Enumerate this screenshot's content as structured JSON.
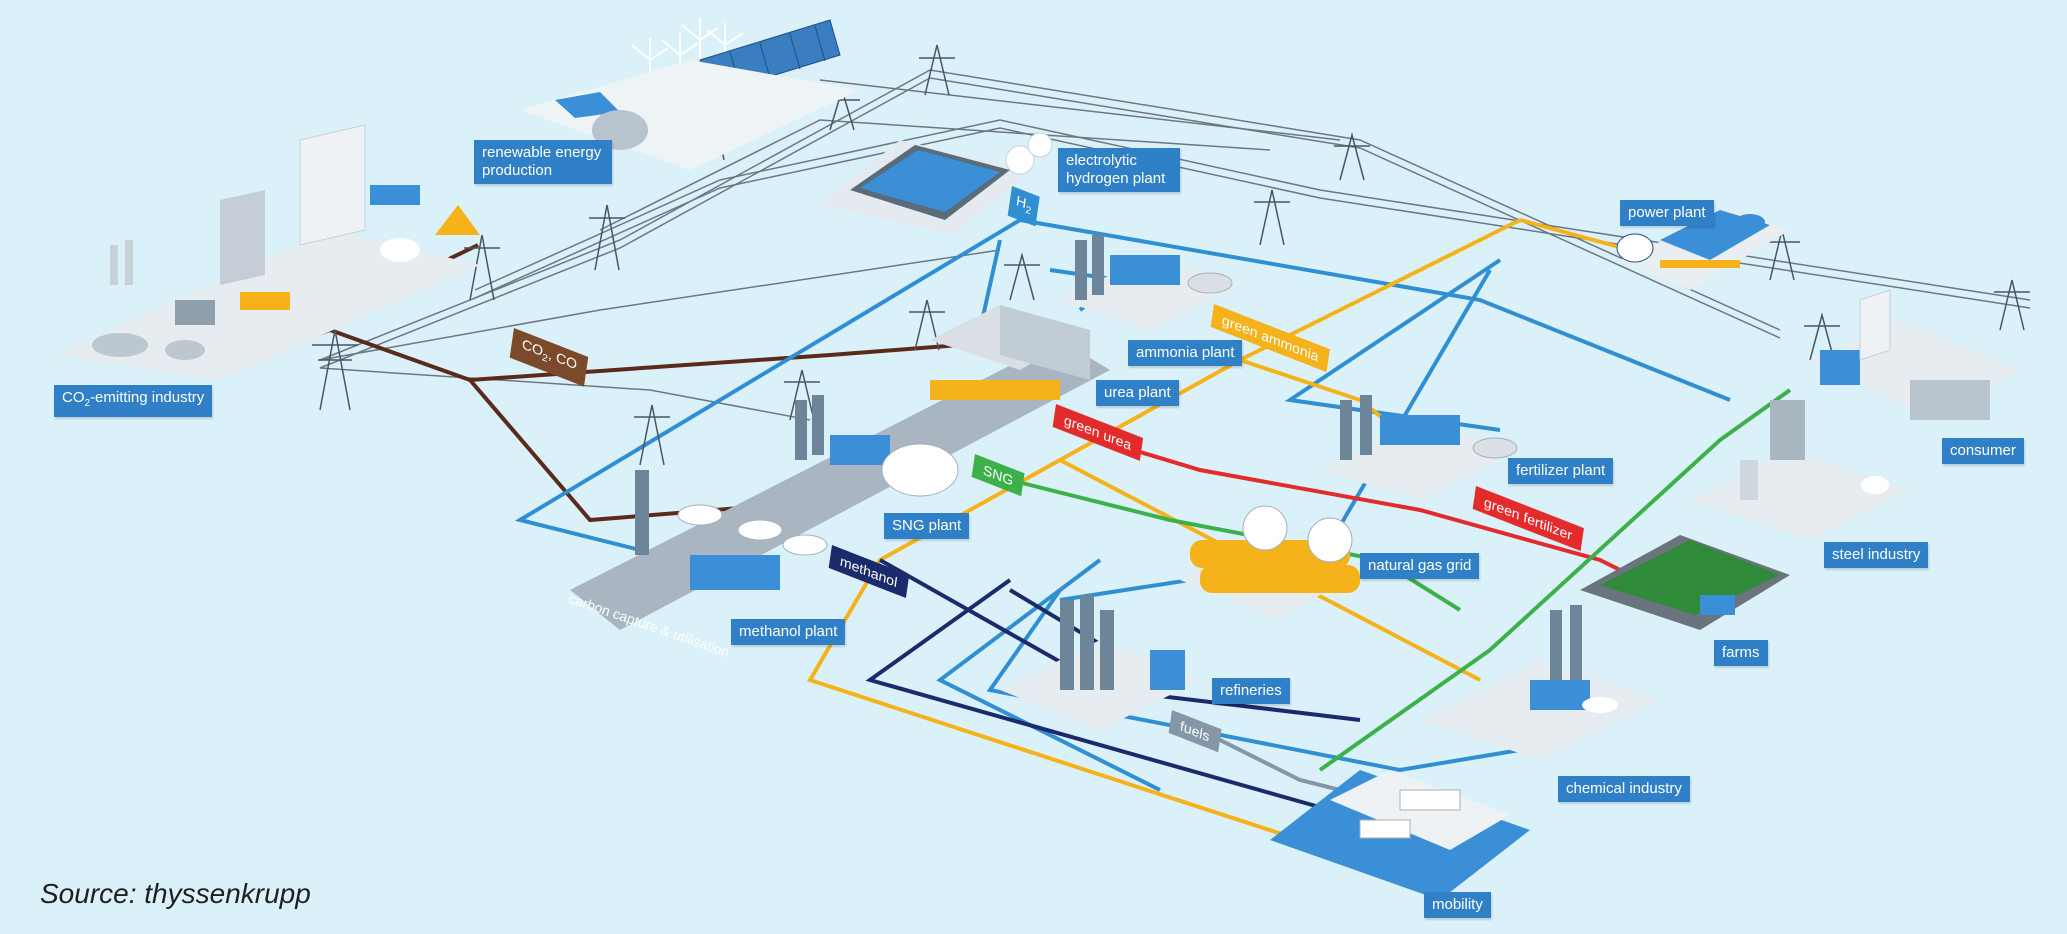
{
  "source": "Source: thyssenkrupp",
  "colors": {
    "background": "#daf1fa",
    "label": "#2f80c7",
    "co2": "#5a2a1a",
    "hydrogen": "#2f8fd2",
    "power": "#6e7780",
    "ammonia": "#f5b21a",
    "urea": "#e32b2b",
    "sng": "#3cb14a",
    "methanol": "#1b2a6b",
    "fuels": "#8496a8"
  },
  "labels": {
    "renewable": "renewable energy production",
    "electrolytic": "electrolytic hydrogen plant",
    "co2_industry_main": "CO",
    "co2_industry_sub": "2",
    "co2_industry_rest": "-emitting industry",
    "power_plant": "power plant",
    "ammonia_plant": "ammonia plant",
    "urea_plant": "urea plant",
    "sng_plant": "SNG plant",
    "methanol_plant": "methanol plant",
    "fertilizer_plant": "fertilizer plant",
    "natural_gas_grid": "natural gas grid",
    "consumer": "consumer",
    "steel_industry": "steel industry",
    "farms": "farms",
    "refineries": "refineries",
    "chemical_industry": "chemical industry",
    "mobility": "mobility",
    "carbon_capture": "carbon capture & utilisation"
  },
  "tags": {
    "h2_main": "H",
    "h2_sub": "2",
    "co2co_a": "CO",
    "co2co_sub": "2",
    "co2co_b": ", CO",
    "green_ammonia": "green ammonia",
    "green_urea": "green urea",
    "sng": "SNG",
    "methanol": "methanol",
    "green_fertilizer": "green fertilizer",
    "fuels": "fuels"
  },
  "icons": [
    "wind-turbine-icon",
    "solar-panel-icon",
    "pylon-icon",
    "factory-icon",
    "tank-icon",
    "farm-icon",
    "vehicle-icon"
  ]
}
